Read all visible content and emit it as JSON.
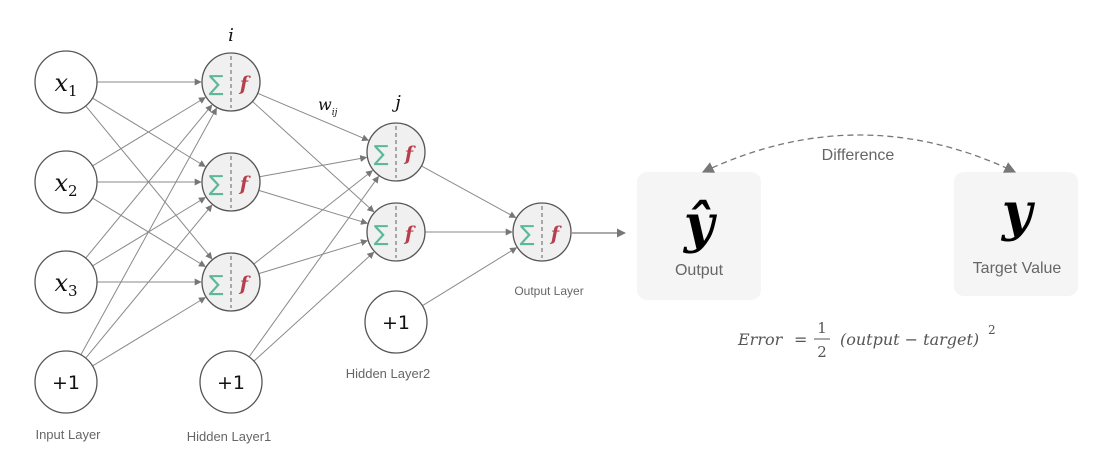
{
  "diagram": {
    "layers": {
      "input": {
        "label": "Input Layer",
        "nodes": [
          {
            "base": "x",
            "sub": "1"
          },
          {
            "base": "x",
            "sub": "2"
          },
          {
            "base": "x",
            "sub": "3"
          }
        ],
        "bias": "+1"
      },
      "hidden1": {
        "label": "Hidden Layer1",
        "index": "i",
        "bias": "+1",
        "sum_symbol": "∑",
        "func_symbol": "f"
      },
      "hidden2": {
        "label": "Hidden Layer2",
        "index": "j",
        "bias": "+1",
        "sum_symbol": "∑",
        "func_symbol": "f"
      },
      "output": {
        "label": "Output Layer",
        "sum_symbol": "∑",
        "func_symbol": "f"
      }
    },
    "weight": {
      "base": "w",
      "sub": "ij"
    },
    "output_box": {
      "symbol": "ŷ",
      "label": "Output"
    },
    "target_box": {
      "symbol": "y",
      "label": "Target Value"
    },
    "difference_label": "Difference",
    "error_formula": {
      "lhs": "Error",
      "eq": "=",
      "num": "1",
      "den": "2",
      "body": "(output − target)",
      "exp": "2"
    },
    "colors": {
      "node_stroke": "#555555",
      "edge": "#8a8a8a",
      "sum": "#5cb89a",
      "func": "#b5404b",
      "box_fill": "#f5f5f5",
      "label": "#666666"
    }
  }
}
